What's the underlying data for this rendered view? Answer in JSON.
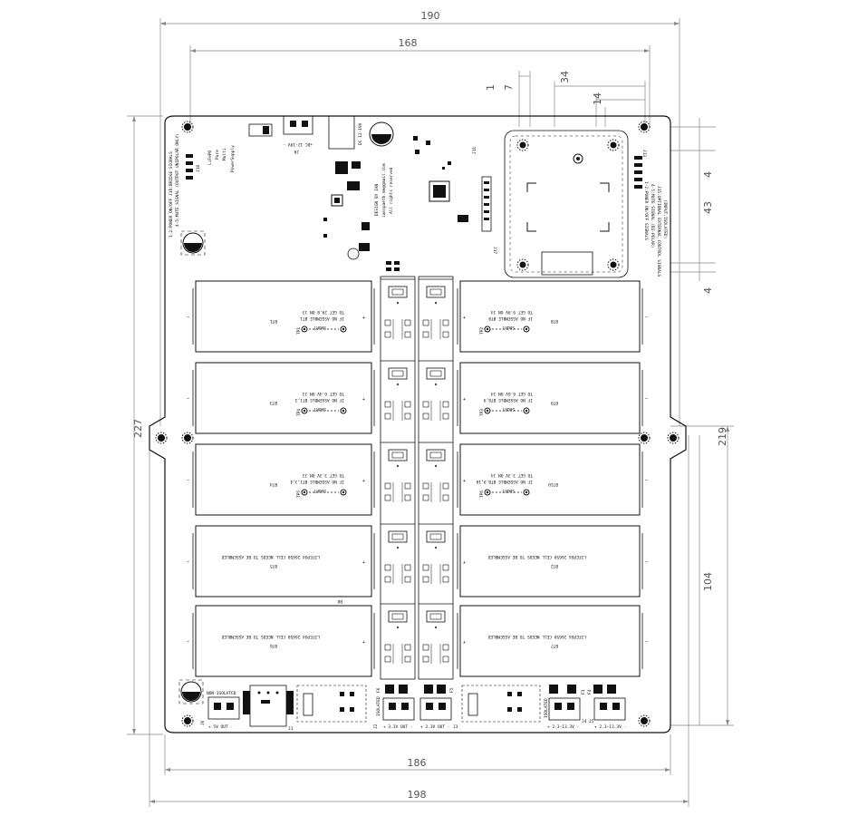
{
  "dimensions": {
    "top_outer": "190",
    "top_inner": "168",
    "right_a": "34",
    "right_b": "14",
    "right_c": "1",
    "right_d": "7",
    "right_e": "4",
    "right_f": "43",
    "right_g": "4",
    "right_h": "219",
    "right_i": "104",
    "left_height": "227",
    "bottom_inner": "186",
    "bottom_outer": "198"
  },
  "board": {
    "brand": [
      "LiFePO",
      "Pure",
      "Multi",
      "PowerSupply"
    ],
    "j18_label": "J18",
    "j18_desc": [
      "1-2:POWER ON/OFF J18:BRIDGE SIGNALS",
      "4-5:MUTE SIGNAL (OUTPUT UNIPOLAR ONLY)"
    ],
    "j8_label": "J8",
    "j8_desc": "+DC 12-19V -",
    "dc_label": "DC 12-19V",
    "design": [
      "DESIGN BY IAN",
      "ianspaeth.me@gmail.com",
      "All rights reserved"
    ],
    "j13_desc": [
      "1-2:POWER ON/OFF SIGNALS",
      "4-5:MUTE SIGNAL (BI-POLAR)"
    ],
    "j15_desc": [
      "J15:OPTIONAL EXTERNAL CONTROL SIGNALS",
      "(INPUT,ISOLATED)"
    ],
    "j13_label": "J13",
    "j17_label": "J17",
    "j11_label": "J11"
  },
  "cells_left": [
    {
      "id": "BT1",
      "note": [
        "IF NO ASSEMBLE BT1",
        "TO GET 29.8 ON J3"
      ],
      "short": "SHORT",
      "jp": "TP1"
    },
    {
      "id": "BT3",
      "note": [
        "IF NO ASSEMBLE BT1,3",
        "TO GET 6.4V ON J3"
      ],
      "short": "SHORT",
      "jp": "TP4"
    },
    {
      "id": "BT4",
      "note": [
        "IF NO ASSEMBLE BT1,3,4",
        "TO GET 3.3V ON J3"
      ],
      "short": "SHORT",
      "jp": "TP5"
    },
    {
      "id": "BT5",
      "note": [
        "LIFEPO4 26650 CELL NEEDS TO BE ASSEMBLED"
      ],
      "short": "",
      "jp": ""
    },
    {
      "id": "BT6",
      "note": [
        "LIFEPO4 26650 CELL NEEDS TO BE ASSEMBLED"
      ],
      "short": "",
      "jp": ""
    }
  ],
  "cells_right": [
    {
      "id": "BT8",
      "note": [
        "IF NO ASSEMBLE BT8",
        "TO GET 9.9V ON J4"
      ],
      "short": "SHORT",
      "jp": "TP2"
    },
    {
      "id": "BT9",
      "note": [
        "IF NO ASSEMBLE BT8,9",
        "TO GET 6.6V ON J4"
      ],
      "short": "SHORT",
      "jp": "TP3"
    },
    {
      "id": "BT10",
      "note": [
        "IF NO ASSEMBLE BT8,9,10",
        "TO GET 3.3V ON J4"
      ],
      "short": "SHORT",
      "jp": "TP6"
    },
    {
      "id": "BT2",
      "note": [
        "LIFEPO4 26650 CELL NEEDS TO BE ASSEMBLED"
      ],
      "short": "",
      "jp": ""
    },
    {
      "id": "BT7",
      "note": [
        "LIFEPO4 26650 CELL NEEDS TO BE ASSEMBLED"
      ],
      "short": "",
      "jp": ""
    }
  ],
  "mid_label": "B8",
  "bottom": {
    "non_isolated": "NON-ISOLATED",
    "out_5v": "+ 5V OUT -",
    "j6": "J6",
    "j1": "J1",
    "j2_label": "J2",
    "j3_label": "J3",
    "isolated": "ISOLATED",
    "out_33_a": "+ 3.3V OUT -",
    "out_33_b": "+ 3.3V OUT -",
    "out_23_a": "+ 2.3-13.3V -",
    "out_23_b": "+ 2.3-13.3V -",
    "j4": "J4",
    "j5": "J5",
    "f6": "F6",
    "f5": "F5",
    "f3": "F3",
    "f4": "F4"
  }
}
